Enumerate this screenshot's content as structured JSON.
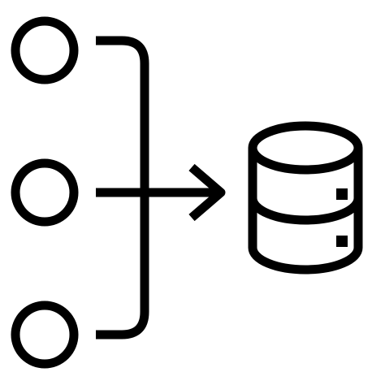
{
  "icon": {
    "name": "data-integration-icon",
    "stroke_color": "#000000",
    "background_color": "#ffffff",
    "input_nodes": [
      "top-node",
      "middle-node",
      "bottom-node"
    ]
  }
}
